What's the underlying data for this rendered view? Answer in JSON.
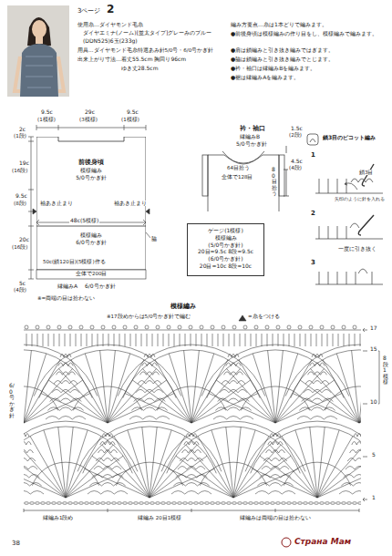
{
  "diagram": {
    "nodes": [
      {
        "text": [
          "前後身頃",
          "模様編み",
          "5/0号かぎ針"
        ]
      },
      {
        "text": [
          "模様編み",
          "6/0号かぎ針"
        ]
      },
      {
        "text": [
          "ゲージ(1模様)",
          "模様編み",
          "(5/0号かぎ針)",
          "20目=9.5c 8段=9.5c",
          "(6/0号かぎ針)",
          "20目=10c 8段=10c"
        ]
      }
    ],
    "labels": [
      "3ページ",
      "2",
      "使用糸…ダイヤモンド毛糸",
      "ダイヤエミナ(ノーム)[並太タイプ]グレーみのブルー",
      "(DDN525)6玉(233g)",
      "用具…ダイヤモンド毛糸特選あみ針5/0号・6/0号かぎ針",
      "出来上がり寸法…着丈55.5cm 胸回り96cm",
      "ゆき丈28.5cm",
      "編み方要点…糸は1本どりで編みます。",
      "●前後身頃は模様編みの作り目をし、模様編みで編みます。",
      "●肩は鎖編みと引き抜き編みではぎます。",
      "●脇は鎖編みと引き抜き編みでとじます。",
      "●衿・袖口は縁編みBを編みます。",
      "●裾は縁編みAを編みます。",
      "9.5c",
      "(1模様)",
      "29c",
      "(3模様)",
      "9.5c",
      "(1模様)",
      "2c",
      "(1段)",
      "19c",
      "(16段)",
      "9.5c",
      "(8段)",
      "袖あき止まり",
      "袖あき止まり",
      "48c(5模様)",
      "20c",
      "(16段)",
      "脇",
      "50c(鎖120目)(5模様)作る",
      "全体で200目",
      "5c",
      "(4段)",
      "縁編みA",
      "6/0号かぎ針",
      "※=両端の目は拾わない",
      "衿・袖口",
      "縁編みB",
      "5/0号かぎ針",
      "1.5c",
      "(2段)",
      "4.5c",
      "(4段)",
      "64目拾う",
      "全体で128目",
      "80目拾う",
      "鎖3目のピコット編み",
      "1",
      "鎖3目",
      "矢印のように針を入れる",
      "2",
      "一度に引き抜く",
      "3",
      "模様編み",
      "※17段めからは5/0号かぎ針で編む",
      "=糸をつける",
      "17",
      "15",
      "10",
      "5",
      "1",
      "8段1模様",
      "6/0号かぎ針",
      "縁編み1段め",
      "縁編み 20目1模様",
      "縁編みは両端の目は拾わない",
      "38",
      "Страна Мам"
    ]
  }
}
